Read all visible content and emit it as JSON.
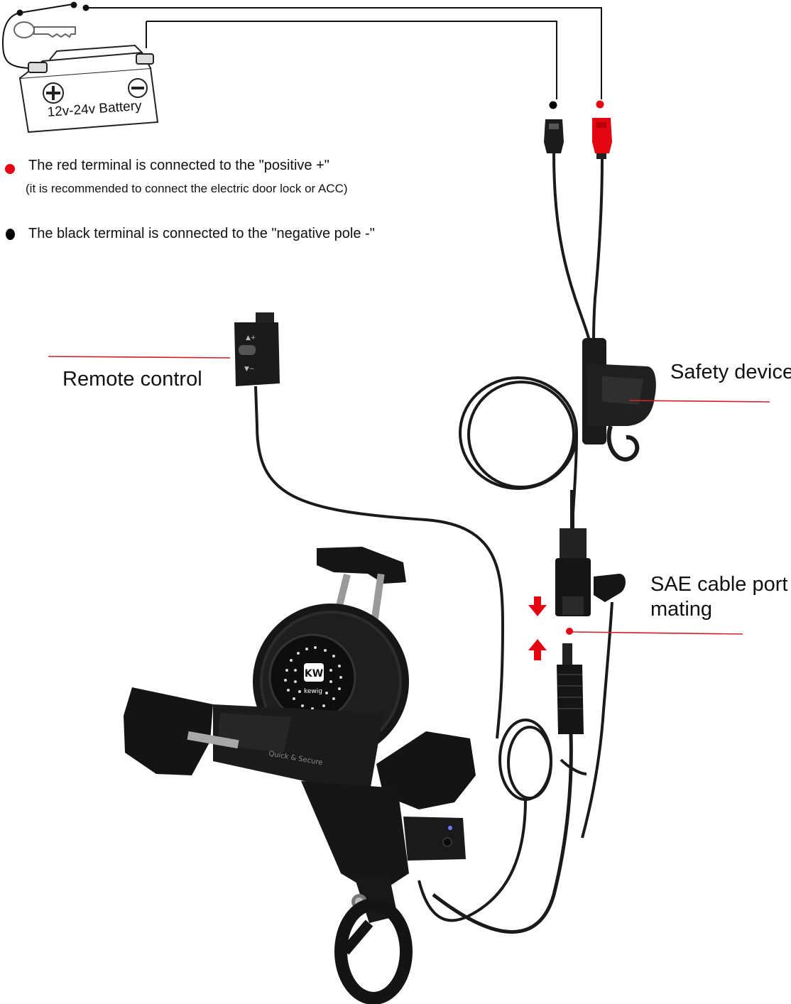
{
  "battery": {
    "label": "12v-24v Battery"
  },
  "notes": {
    "red_terminal": "The red terminal is connected to the \"positive +\"",
    "red_terminal_sub": "(it is recommended to connect the electric door lock or ACC)",
    "black_terminal": "The black terminal is connected to the \"negative pole -\""
  },
  "callouts": {
    "remote_control": "Remote control",
    "safety_device": "Safety device",
    "sae_line1": "SAE cable port",
    "sae_line2": "mating"
  },
  "device": {
    "brand": "kewig",
    "stamp": "Quick & Secure"
  },
  "colors": {
    "red": "#e30613",
    "wire": "#1a1a1a",
    "device": "#161616",
    "callout_line": "#d0202a"
  }
}
